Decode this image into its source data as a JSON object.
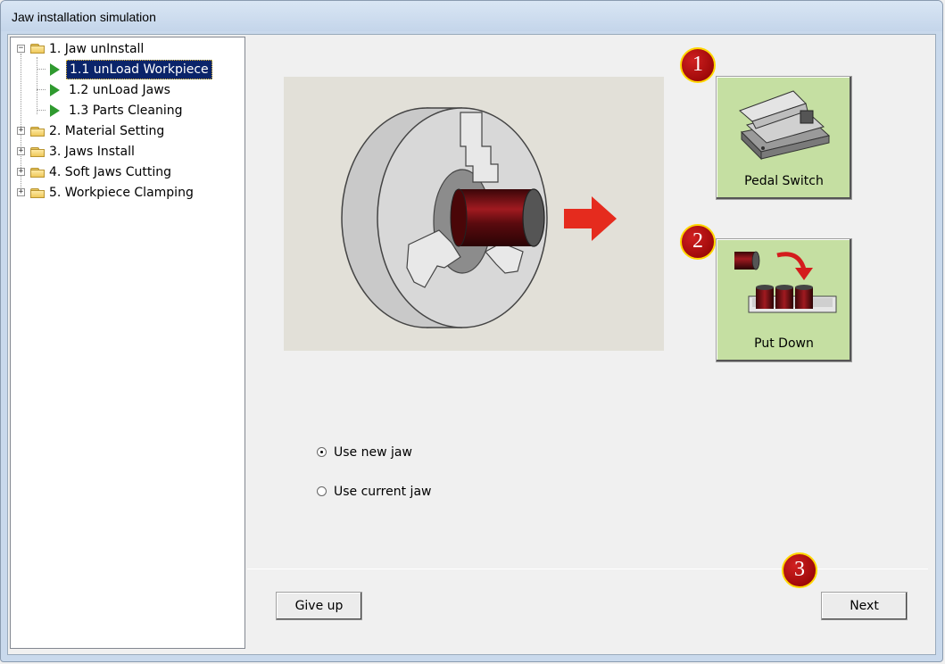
{
  "window": {
    "title": "Jaw installation simulation"
  },
  "tree": {
    "items": [
      {
        "label": "1. Jaw unInstall",
        "expander": "−"
      },
      {
        "label": "1.1 unLoad Workpiece"
      },
      {
        "label": "1.2 unLoad Jaws"
      },
      {
        "label": "1.3 Parts Cleaning"
      },
      {
        "label": "2. Material Setting",
        "expander": "+"
      },
      {
        "label": "3. Jaws Install",
        "expander": "+"
      },
      {
        "label": "4. Soft Jaws Cutting",
        "expander": "+"
      },
      {
        "label": "5. Workpiece Clamping",
        "expander": "+"
      }
    ]
  },
  "actions": {
    "pedal_switch": "Pedal Switch",
    "put_down": "Put Down"
  },
  "badges": [
    "1",
    "2",
    "3"
  ],
  "options": {
    "use_new_jaw": "Use new jaw",
    "use_current_jaw": "Use current jaw"
  },
  "footer": {
    "give_up": "Give up",
    "next": "Next"
  },
  "colors": {
    "action_button_bg": "#c5dfa2",
    "badge_fill": "#b00000",
    "badge_border": "#ffd700",
    "selection_bg": "#0a246a",
    "arrow_red": "#e52b1e"
  },
  "icons": {
    "leaf": "green-play-icon",
    "folder": "folder-icon",
    "next_indicator": "red-arrow-icon"
  }
}
